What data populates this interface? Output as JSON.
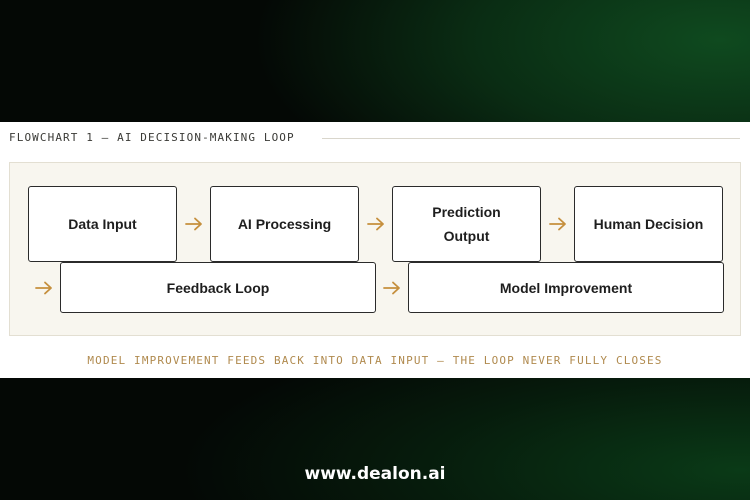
{
  "diagram": {
    "title": "FLOWCHART 1 — AI DECISION-MAKING LOOP",
    "nodes": {
      "data_input": "Data Input",
      "ai_processing": "AI Processing",
      "prediction_output_line1": "Prediction",
      "prediction_output_line2": "Output",
      "human_decision": "Human Decision",
      "feedback_loop": "Feedback Loop",
      "model_improvement": "Model Improvement"
    },
    "caption": "MODEL IMPROVEMENT FEEDS BACK INTO DATA INPUT — THE LOOP NEVER FULLY CLOSES",
    "colors": {
      "arrow": "#c58f3d",
      "caption": "#b08a4e",
      "node_border": "#2b2b2b",
      "area_background": "#f8f6ef"
    },
    "icons": {
      "arrow": "arrow-right-icon"
    }
  },
  "footer": {
    "url": "www.dealon.ai"
  }
}
